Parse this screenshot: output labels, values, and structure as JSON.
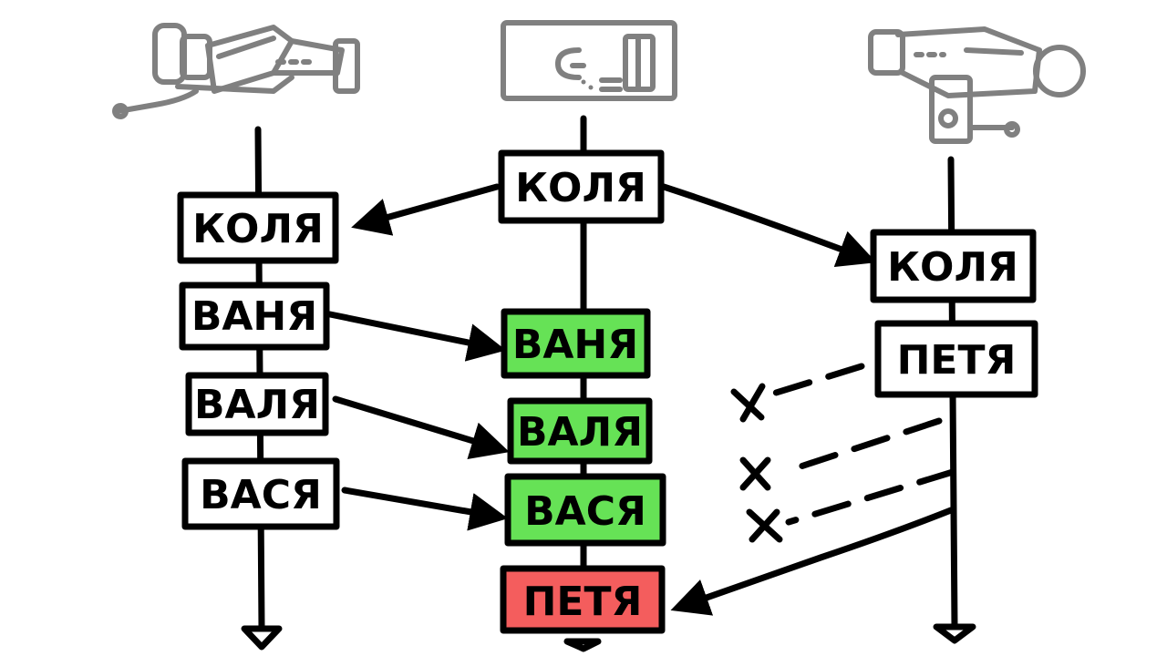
{
  "nodes": {
    "left": {
      "device": "camera-icon",
      "messages": [
        "КОЛЯ",
        "ВАНЯ",
        "ВАЛЯ",
        "ВАСЯ"
      ]
    },
    "center": {
      "device": "server-icon",
      "messages": [
        {
          "label": "КОЛЯ",
          "status": "neutral"
        },
        {
          "label": "ВАНЯ",
          "status": "accepted"
        },
        {
          "label": "ВАЛЯ",
          "status": "accepted"
        },
        {
          "label": "ВАСЯ",
          "status": "accepted"
        },
        {
          "label": "ПЕТЯ",
          "status": "rejected"
        }
      ]
    },
    "right": {
      "device": "camera-icon",
      "messages": [
        "КОЛЯ",
        "ПЕТЯ"
      ]
    }
  },
  "colors": {
    "accepted": "#66e256",
    "rejected": "#f45d5d",
    "neutral": "#ffffff",
    "ink": "#000000",
    "device": "#808080"
  }
}
